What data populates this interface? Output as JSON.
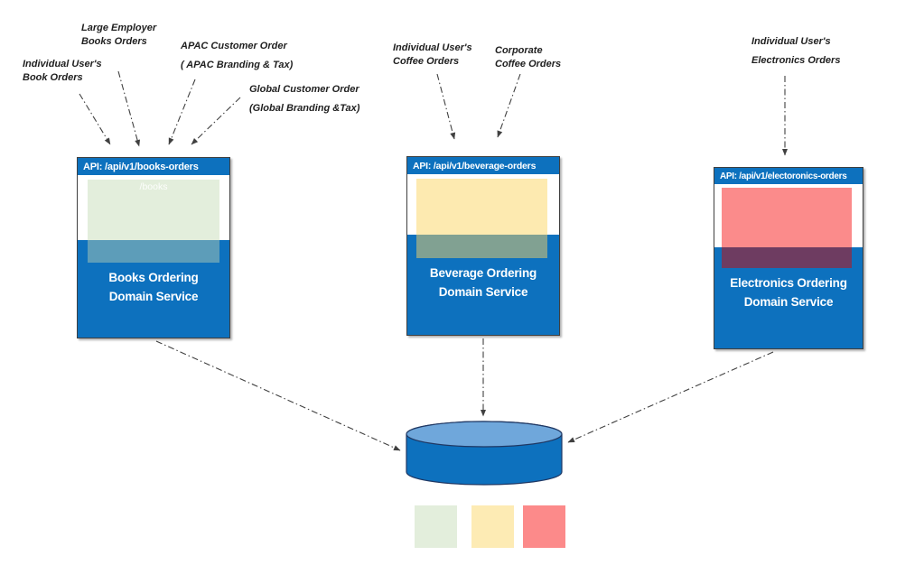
{
  "colors": {
    "service_blue": "#0D71BE",
    "box_border": "#3F3F3F",
    "arrow": "#404040",
    "cylinder_body": "#0D71BE",
    "cylinder_top": "#6FA7DB",
    "cylinder_outline": "#1F3864",
    "books_fill": "#E3EEDC",
    "books_band": "#5D9DB9",
    "beverage_fill": "#FDEAB0",
    "beverage_band": "#81A192",
    "electronics_fill": "#FB8B8B",
    "electronics_band": "#6E3C61"
  },
  "input_labels": [
    {
      "id": "individual-book-orders",
      "line1": "Individual User's",
      "line2": "Book Orders"
    },
    {
      "id": "large-employer-books-orders",
      "line1": "Large Employer",
      "line2": "Books Orders"
    },
    {
      "id": "apac-customer-order",
      "line1": "APAC Customer Order",
      "line2": "( APAC Branding & Tax)"
    },
    {
      "id": "global-customer-order",
      "line1": "Global Customer Order",
      "line2": "(Global Branding &Tax)"
    },
    {
      "id": "individual-coffee-orders",
      "line1": "Individual User's",
      "line2": "Coffee Orders"
    },
    {
      "id": "corporate-coffee-orders",
      "line1": "Corporate",
      "line2": "Coffee Orders"
    },
    {
      "id": "individual-electronics-orders",
      "line1": "Individual User's",
      "line2": "Electronics Orders"
    }
  ],
  "services": [
    {
      "api_label": "API: /api/v1/books-orders",
      "inner_label": "/books",
      "name_line1": "Books Ordering",
      "name_line2": "Domain Service"
    },
    {
      "api_label": "API: /api/v1/beverage-orders",
      "name_line1": "Beverage Ordering",
      "name_line2": "Domain Service"
    },
    {
      "api_label": "API: /api/v1/electoronics-orders",
      "name_line1": "Electronics Ordering",
      "name_line2": "Domain Service"
    }
  ],
  "legend": {
    "swatches": [
      "#E3EEDC",
      "#FDEBB4",
      "#FC8A8A"
    ]
  }
}
